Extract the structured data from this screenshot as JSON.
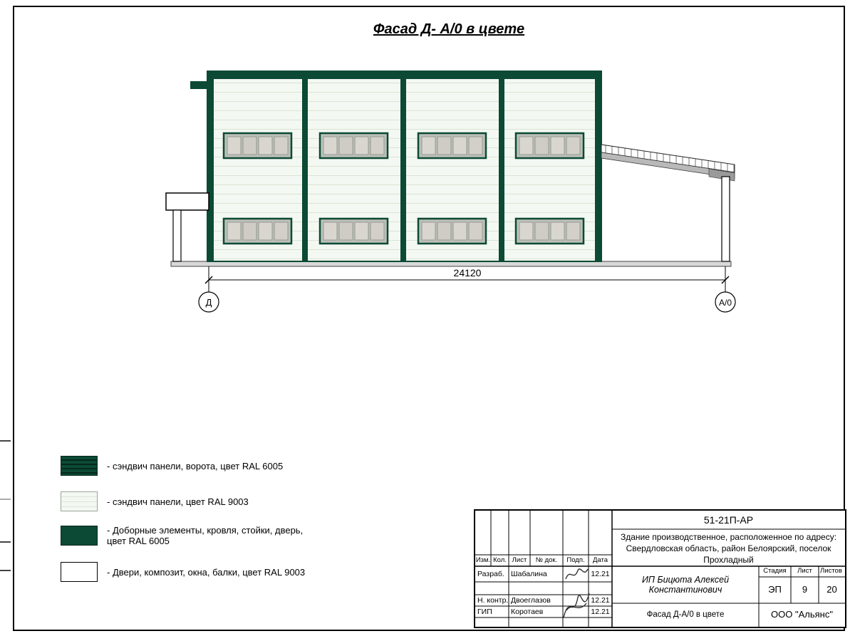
{
  "title": "Фасад Д- А/0 в цвете",
  "drawing": {
    "dimension_total": "24120",
    "axis_left": "Д",
    "axis_right": "А/0"
  },
  "legend": [
    {
      "name": "gate-sandwich-panels",
      "label": "- сэндвич панели, ворота, цвет RAL 6005"
    },
    {
      "name": "wall-sandwich-panels",
      "label": "- сэндвич панели, цвет RAL 9003"
    },
    {
      "name": "trim-roof-posts-door",
      "label": "- Доборные элементы, кровля, стойки, дверь, цвет RAL 6005"
    },
    {
      "name": "doors-windows-beams",
      "label": "- Двери, композит, окна, балки, цвет RAL 9003"
    }
  ],
  "title_block": {
    "doc_code": "51-21П-АР",
    "object_lines": [
      "Здание производственное, расположенное по адресу:",
      "Свердловская область, район Белоярский, поселок",
      "Прохладный"
    ],
    "header_cols": [
      "Изм.",
      "Кол.",
      "Лист",
      "№ док.",
      "Подп.",
      "Дата"
    ],
    "rows": [
      {
        "role": "Разраб.",
        "name": "Шабалина",
        "date": "12.21"
      },
      {
        "role": "Н. контр.",
        "name": "Двоеглазов",
        "date": "12.21"
      },
      {
        "role": "ГИП",
        "name": "Коротаев",
        "date": "12.21"
      }
    ],
    "client": "ИП Бицюта Алексей Константинович",
    "stage_label": "Стадия",
    "sheet_label": "Лист",
    "sheets_label": "Листов",
    "stage_value": "ЭП",
    "sheet_value": "9",
    "sheets_value": "20",
    "drawing_title": "Фасад Д-А/0 в цвете",
    "company": "ООО \"Альянс\""
  },
  "colors": {
    "ral6005": "#0c4a35",
    "ral9003": "#f4f8f2",
    "window_gray": "#c9c9c4",
    "base_gray": "#d8d8d8"
  }
}
